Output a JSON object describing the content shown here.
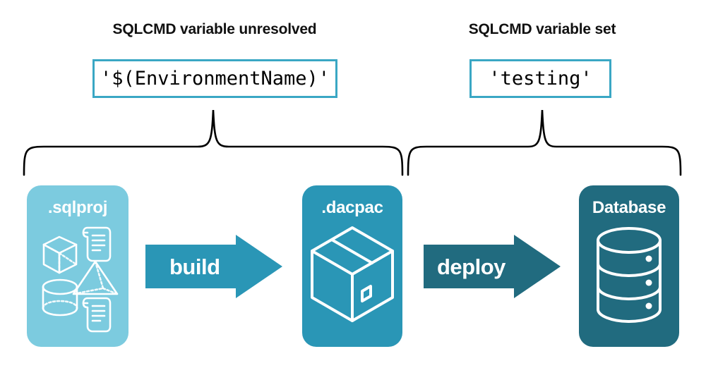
{
  "diagram": {
    "type": "pipeline-flow",
    "background": "#ffffff",
    "headings": [
      {
        "id": "unresolved",
        "text": "SQLCMD variable unresolved"
      },
      {
        "id": "set",
        "text": "SQLCMD variable set"
      }
    ],
    "code_boxes": [
      {
        "id": "unresolved",
        "value": "'$(EnvironmentName)'",
        "border_color": "#3aa7c4"
      },
      {
        "id": "set",
        "value": "'testing'",
        "border_color": "#3aa7c4"
      }
    ],
    "braces": [
      {
        "id": "left",
        "spans": "sqlproj-to-dacpac",
        "color": "#000000"
      },
      {
        "id": "right",
        "spans": "dacpac-to-database",
        "color": "#000000"
      }
    ],
    "cards": [
      {
        "id": "sqlproj",
        "title": ".sqlproj",
        "color": "#7ccbdf",
        "icons": [
          "cube-icon",
          "scroll-icon",
          "pyramid-icon",
          "cylinder-icon",
          "scroll-icon"
        ]
      },
      {
        "id": "dacpac",
        "title": ".dacpac",
        "color": "#2a96b6",
        "icons": [
          "package-box-icon"
        ]
      },
      {
        "id": "database",
        "title": "Database",
        "color": "#216b7f",
        "icons": [
          "database-cylinder-icon"
        ]
      }
    ],
    "arrows": [
      {
        "id": "build",
        "label": "build",
        "color": "#2a96b6",
        "direction": "right"
      },
      {
        "id": "deploy",
        "label": "deploy",
        "color": "#216b7f",
        "direction": "right"
      }
    ]
  }
}
